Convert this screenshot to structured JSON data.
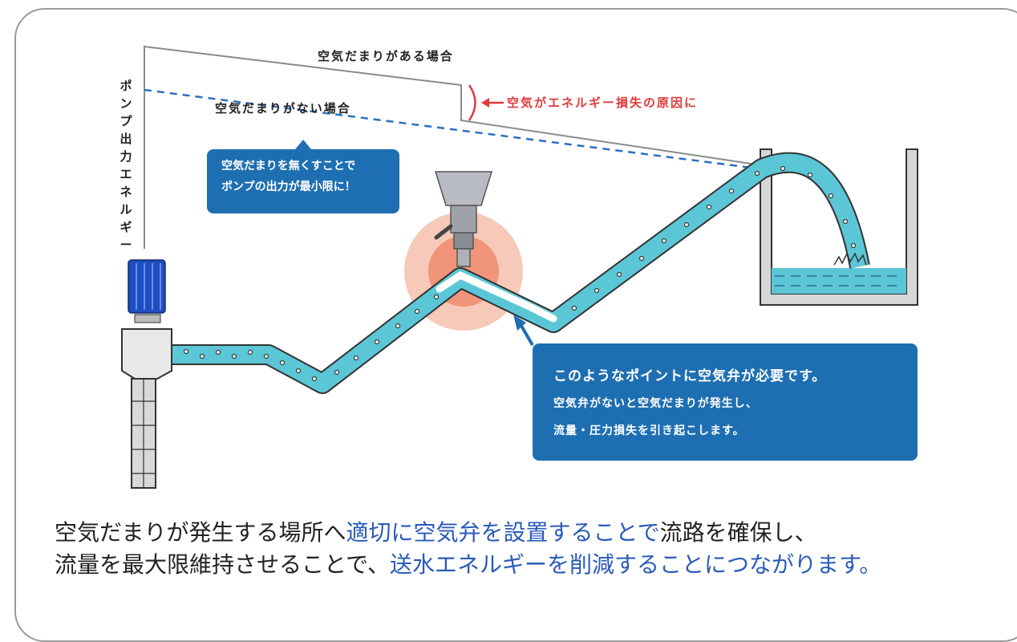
{
  "labels": {
    "with_air": "空気だまりがある場合",
    "without_air": "空気だまりがない場合",
    "loss_note": "空気がエネルギー損失の原因に",
    "vertical_axis": "ポンプ出力エネルギー"
  },
  "callout_small": {
    "line1": "空気だまりを無くすことで",
    "line2": "ポンプの出力が最小限に！"
  },
  "callout_large": {
    "line1": "このようなポイントに空気弁が必要です。",
    "line2": "空気弁がないと空気だまりが発生し、",
    "line3": "流量・圧力損失を引き起こします。"
  },
  "caption": {
    "line1_a": "空気だまりが発生する場所へ",
    "line1_b": "適切に空気弁を設置することで",
    "line1_c": "流路を確保し、",
    "line2_a": "流量を最大限維持させることで、",
    "line2_b": "送水エネルギーを削減することにつながります。"
  },
  "colors": {
    "water": "#5bc6d6",
    "callout_blue": "#1e6fb2",
    "alert_red": "#e03a3a",
    "highlight_text": "#2a5bb8",
    "dashed_line": "#2b6fc0",
    "glow_outer": "#f7c9b8",
    "glow_inner": "#f0957a"
  },
  "icons": [
    "pump-motor-icon",
    "air-valve-icon",
    "water-tank-icon",
    "arrow-left-icon"
  ]
}
